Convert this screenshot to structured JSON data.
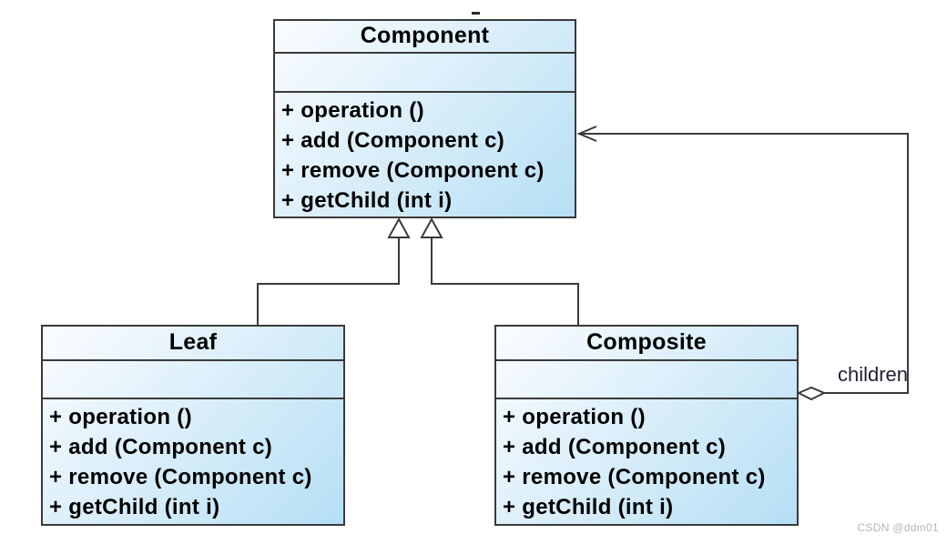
{
  "classes": [
    {
      "name": "Component",
      "attributes": [],
      "methods": [
        "+ operation ()",
        "+ add (Component c)",
        "+ remove (Component c)",
        "+ getChild (int i)"
      ]
    },
    {
      "name": "Leaf",
      "attributes": [],
      "methods": [
        "+ operation ()",
        "+ add (Component c)",
        "+ remove (Component c)",
        "+ getChild (int i)"
      ]
    },
    {
      "name": "Composite",
      "attributes": [],
      "methods": [
        "+ operation ()",
        "+ add (Component c)",
        "+ remove (Component c)",
        "+ getChild (int i)"
      ]
    }
  ],
  "relationships": [
    {
      "type": "generalization",
      "from": "Leaf",
      "to": "Component"
    },
    {
      "type": "generalization",
      "from": "Composite",
      "to": "Component"
    },
    {
      "type": "aggregation",
      "from": "Composite",
      "to": "Component",
      "label": "children"
    }
  ],
  "watermark": "CSDN @ddm01",
  "colors": {
    "box_fill_light": "#fbfdff",
    "box_fill_mid": "#daeefa",
    "box_fill_dark": "#b5dff4",
    "line": "#3a3a3a",
    "text": "#000000",
    "label_text": "#1f1f33",
    "watermark_text": "#b5b5b5"
  }
}
